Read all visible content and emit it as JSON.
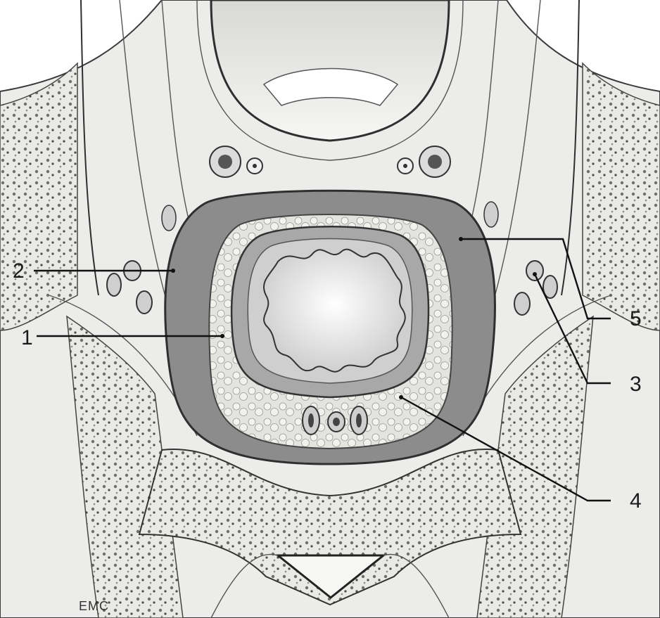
{
  "figure": {
    "labels": [
      {
        "id": "label-1",
        "text": "1"
      },
      {
        "id": "label-2",
        "text": "2"
      },
      {
        "id": "label-3",
        "text": "3"
      },
      {
        "id": "label-4",
        "text": "4"
      },
      {
        "id": "label-5",
        "text": "5"
      }
    ],
    "signature": "EMC",
    "colors": {
      "background": "#ffffff",
      "tissue": "#ececea",
      "fascia_band": "#8c8c8c",
      "mucosa": "#a8a8a8",
      "fat": "#dcdcd8",
      "lumen": "#f4f4f4"
    }
  }
}
